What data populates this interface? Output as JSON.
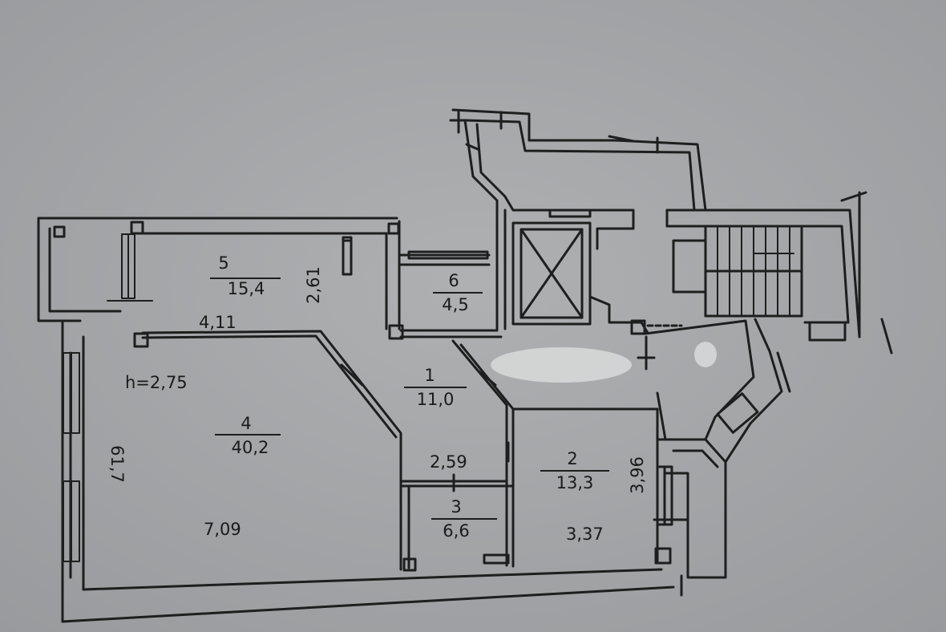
{
  "plan": {
    "colors": {
      "paper": "#a3a5a7",
      "ink": "#1e1e1e",
      "wall_fill": "#c6c8ca",
      "redaction": "#f2f2f2"
    },
    "ceiling_height": "h=2,75",
    "rooms": [
      {
        "number": "1",
        "area": "11,0"
      },
      {
        "number": "2",
        "area": "13,3"
      },
      {
        "number": "3",
        "area": "6,6"
      },
      {
        "number": "4",
        "area": "40,2"
      },
      {
        "number": "5",
        "area": "15,4"
      },
      {
        "number": "6",
        "area": "4,5"
      }
    ],
    "dimensions": {
      "room5_width": "4,11",
      "room5_depth": "2,61",
      "room4_depth": "61,7",
      "room4_width": "7,09",
      "corridor_width": "2,59",
      "room2_width": "3,37",
      "room2_depth": "3,96"
    },
    "icons": {
      "elevator": "elevator-shaft-icon",
      "stairs": "staircase-icon"
    }
  }
}
